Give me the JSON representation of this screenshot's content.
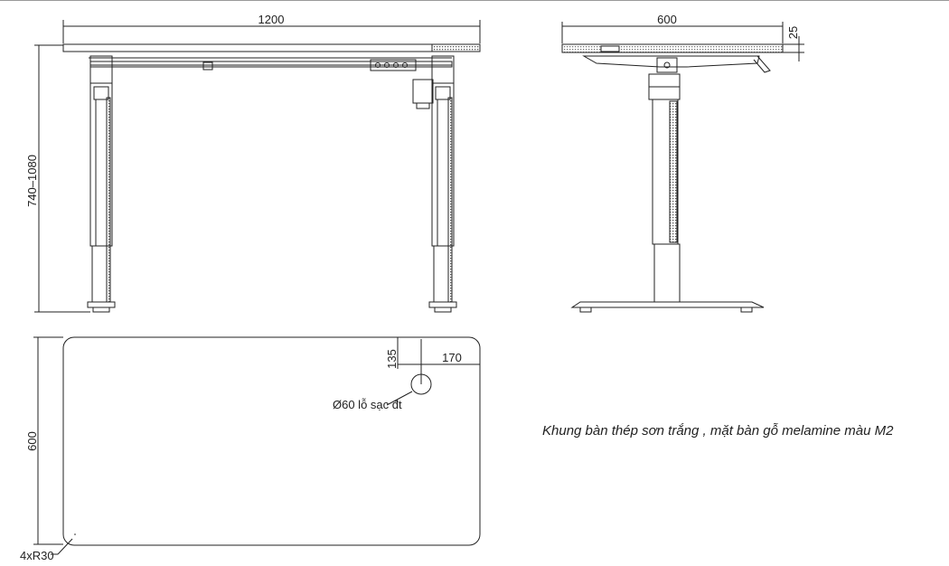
{
  "dimensions": {
    "front_width": "1200",
    "height_range": "740–1080",
    "side_depth": "600",
    "top_thickness": "25",
    "plan_depth": "600",
    "hole_offset_y": "135",
    "hole_offset_x": "170",
    "hole_label": "Ø60 lỗ sạc đt",
    "corner_radius": "4xR30"
  },
  "caption": "Khung bàn thép sơn trắng , mặt bàn gỗ melamine màu M2",
  "colors": {
    "line": "#222222",
    "hatch": "#555555",
    "background": "#ffffff"
  }
}
